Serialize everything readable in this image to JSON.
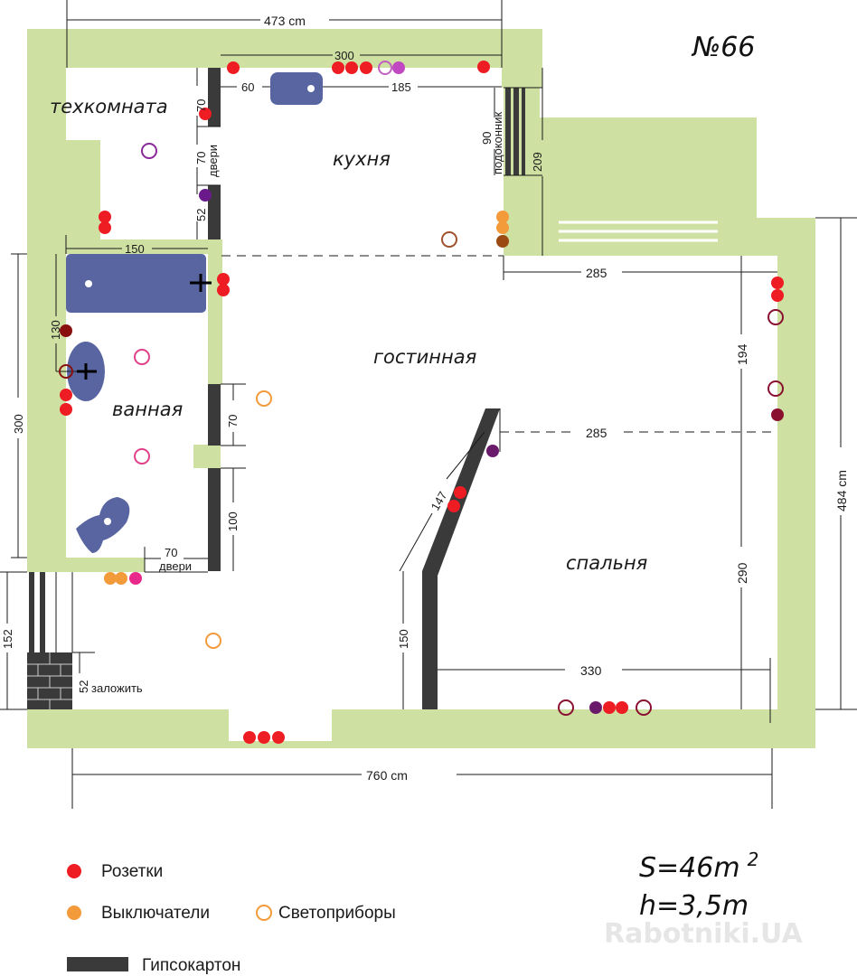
{
  "plan_number": "№66",
  "rooms": {
    "tech": "техкомната",
    "kitchen": "кухня",
    "living": "гостинная",
    "bath": "ванная",
    "bedroom": "спальня"
  },
  "dimensions": {
    "top_overall": "473 cm",
    "top_inner": "300",
    "kitchen_left": "60",
    "kitchen_right": "185",
    "window_sill_height": "90",
    "window_sill_label": "подоконник",
    "balcony_depth": "209",
    "tech_wall_top": "70",
    "tech_door": "70",
    "tech_door_label": "двери",
    "tech_wall_bottom": "52",
    "bath_width": "150",
    "tub_height": "130",
    "bath_height": "300",
    "bath_wall_70": "70",
    "bath_wall_100": "100",
    "bath_door": "70",
    "bath_door_label": "двери",
    "living_width": "285",
    "living_height": "194",
    "bedroom_width": "285",
    "diagonal": "147",
    "partition_150": "150",
    "bedroom_height": "290",
    "bedroom_bottom": "330",
    "right_overall": "484 cm",
    "entry_152": "152",
    "entry_52": "52",
    "brick_label": "заложить",
    "bottom_overall": "760 cm"
  },
  "legend": {
    "sockets": "Розетки",
    "switches": "Выключатели",
    "lights": "Светоприборы",
    "drywall": "Гипсокартон"
  },
  "stats": {
    "area_prefix": "S=46m",
    "area_exp": "2",
    "height": "h=3,5m"
  },
  "watermark": "Rabotniki.UA",
  "colors": {
    "wall": "#cfe0a3",
    "drywall": "#3a3a3a",
    "fixture": "#5865a0",
    "socket": "#ee1c23",
    "switch": "#f39a3a",
    "light": "#a0522d"
  }
}
